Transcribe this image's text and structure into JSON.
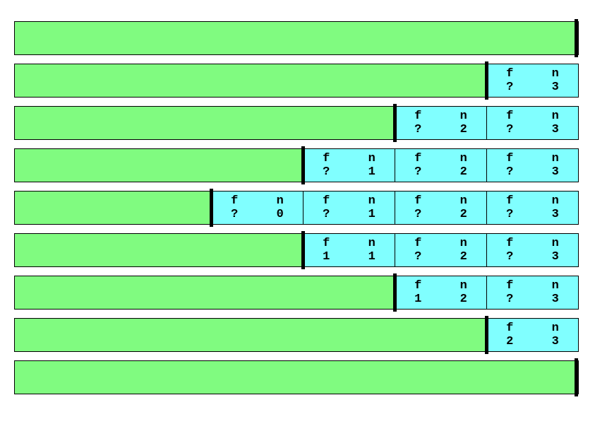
{
  "diagram": {
    "description_rows": 9,
    "colors": {
      "bar_green": "#80FB80",
      "frame_cyan": "#80FFFF",
      "outline": "#000000",
      "marker": "#000000",
      "background": "#FFFFFF",
      "text": "#000000"
    }
  },
  "frame_labels": {
    "f": "f",
    "n": "n"
  },
  "rows": [
    {
      "frames": []
    },
    {
      "frames": [
        {
          "f": "?",
          "n": "3"
        }
      ]
    },
    {
      "frames": [
        {
          "f": "?",
          "n": "2"
        },
        {
          "f": "?",
          "n": "3"
        }
      ]
    },
    {
      "frames": [
        {
          "f": "?",
          "n": "1"
        },
        {
          "f": "?",
          "n": "2"
        },
        {
          "f": "?",
          "n": "3"
        }
      ]
    },
    {
      "frames": [
        {
          "f": "?",
          "n": "0"
        },
        {
          "f": "?",
          "n": "1"
        },
        {
          "f": "?",
          "n": "2"
        },
        {
          "f": "?",
          "n": "3"
        }
      ]
    },
    {
      "frames": [
        {
          "f": "1",
          "n": "1"
        },
        {
          "f": "?",
          "n": "2"
        },
        {
          "f": "?",
          "n": "3"
        }
      ]
    },
    {
      "frames": [
        {
          "f": "1",
          "n": "2"
        },
        {
          "f": "?",
          "n": "3"
        }
      ]
    },
    {
      "frames": [
        {
          "f": "2",
          "n": "3"
        }
      ]
    },
    {
      "frames": []
    }
  ]
}
